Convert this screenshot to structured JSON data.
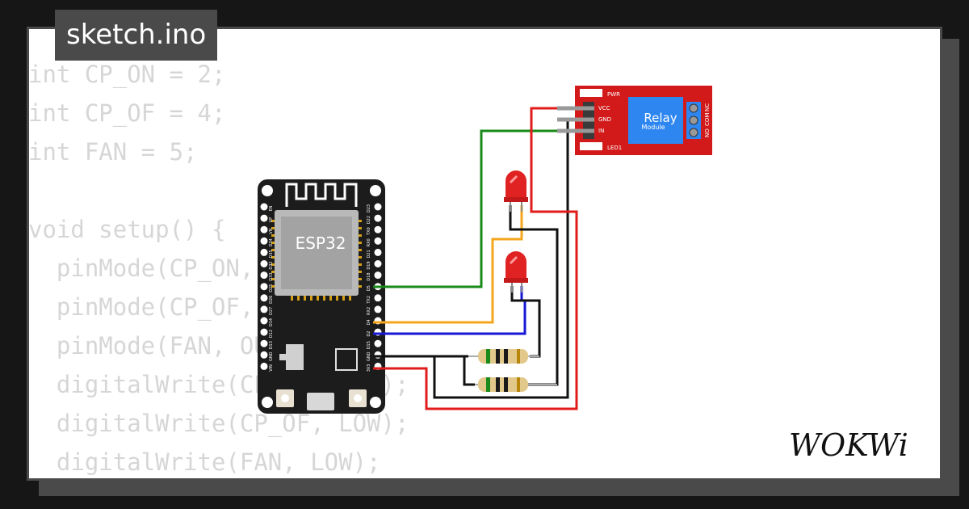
{
  "file_tab": "sketch.ino",
  "code_lines": [
    "int CP_ON = 2;",
    "int CP_OF = 4;",
    "int FAN = 5;",
    "",
    "void setup() {",
    "  pinMode(CP_ON, OUTPUT);",
    "  pinMode(CP_OF, OUTPUT);",
    "  pinMode(FAN, OUTPUT);",
    "  digitalWrite(CP_ON, LOW);",
    "  digitalWrite(CP_OF, LOW);",
    "  digitalWrite(FAN, LOW);"
  ],
  "esp32": {
    "label": "ESP32",
    "left_pins": [
      "EN",
      "VP",
      "VN",
      "D34",
      "D35",
      "D32",
      "D33",
      "D25",
      "D26",
      "D27",
      "D14",
      "D12",
      "D13",
      "GND",
      "VIN"
    ],
    "right_pins": [
      "D23",
      "D22",
      "TX0",
      "RX0",
      "D21",
      "D19",
      "D18",
      "D5",
      "TX2",
      "RX2",
      "D4",
      "D2",
      "D15",
      "GND",
      "3V3"
    ]
  },
  "relay": {
    "title": "Relay",
    "subtitle": "Module",
    "pins": [
      "VCC",
      "GND",
      "IN"
    ],
    "terminals": [
      "NO",
      "COM",
      "NC"
    ],
    "pwr_label": "PWR",
    "led_label": "LED1"
  },
  "logo_text": "WOKWi",
  "colors": {
    "wire_green": "#188a18",
    "wire_orange": "#f4a71c",
    "wire_blue": "#1717d6",
    "wire_black": "#111111",
    "wire_red": "#e21b1b",
    "relay_board": "#d21a1a",
    "relay_body": "#2e86f0",
    "board": "#1c1c1c"
  }
}
